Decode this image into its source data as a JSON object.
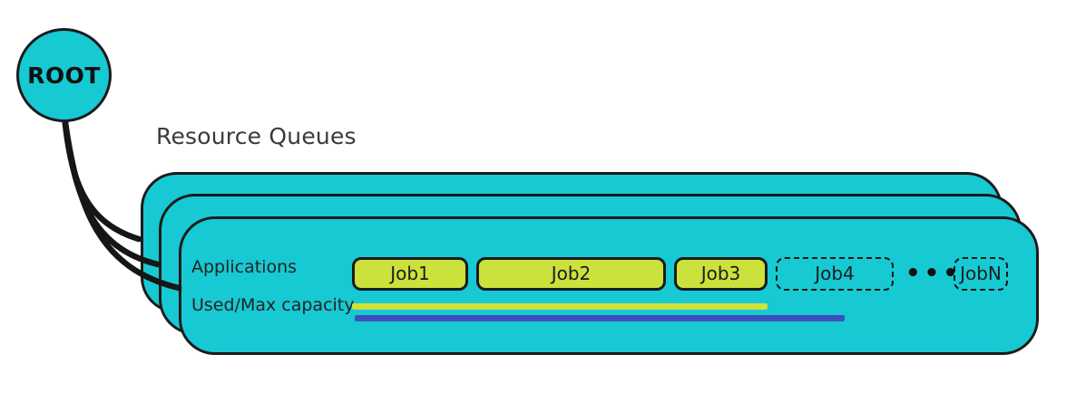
{
  "root_node": {
    "label": "ROOT"
  },
  "title": "Resource Queues",
  "queue": {
    "applications_label": "Applications",
    "capacity_label": "Used/Max capacity",
    "jobs": [
      {
        "label": "Job1",
        "style": "solid"
      },
      {
        "label": "Job2",
        "style": "solid"
      },
      {
        "label": "Job3",
        "style": "solid"
      },
      {
        "label": "Job4",
        "style": "dashed"
      },
      {
        "label": "JobN",
        "style": "dashed"
      }
    ],
    "ellipsis": "•••",
    "stacked_cards_count": 3
  },
  "colors": {
    "queue_fill": "#17c9d2",
    "job_fill": "#cbe23c",
    "used_capacity_bar": "#cfe23b",
    "max_capacity_bar": "#3e4ebe",
    "outline": "#1b1b1b"
  }
}
